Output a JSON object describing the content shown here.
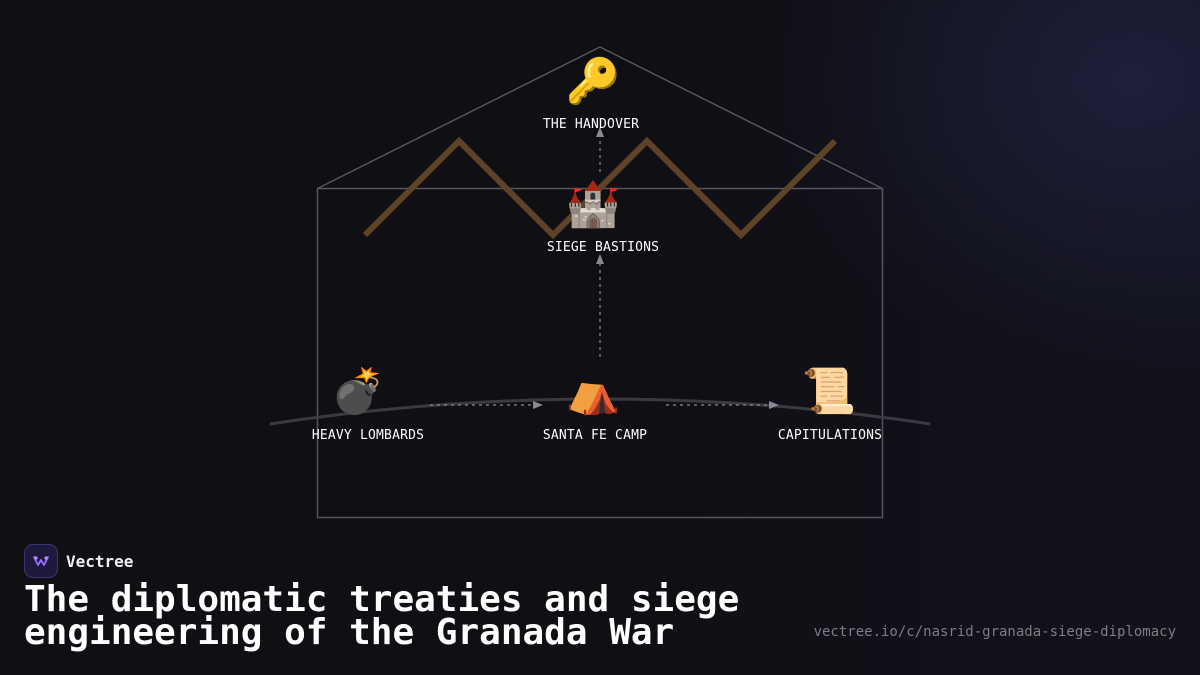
{
  "diagram": {
    "nodes": [
      {
        "id": "handover",
        "icon": "key-icon",
        "glyph": "🔑",
        "label": "THE HANDOVER"
      },
      {
        "id": "bastions",
        "icon": "castle-icon",
        "glyph": "🏰",
        "label": "SIEGE BASTIONS"
      },
      {
        "id": "lombards",
        "icon": "bomb-icon",
        "glyph": "💣",
        "label": "HEAVY LOMBARDS"
      },
      {
        "id": "camp",
        "icon": "tent-icon",
        "glyph": "⛺",
        "label": "SANTA FE CAMP"
      },
      {
        "id": "capitulations",
        "icon": "scroll-icon",
        "glyph": "📜",
        "label": "CAPITULATIONS"
      }
    ],
    "colors": {
      "frame": "#55565c",
      "zigzag": "#5e4328",
      "arc": "#3a3a40",
      "arrow": "#8a8a92"
    }
  },
  "brand": {
    "name": "Vectree",
    "logo_icon": "vectree-logo-icon"
  },
  "title": "The diplomatic treaties and siege engineering of the Granada War",
  "url": "vectree.io/c/nasrid-granada-siege-diplomacy"
}
